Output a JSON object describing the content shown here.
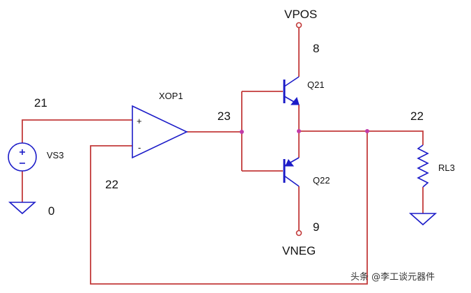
{
  "nodes": {
    "vpos": "VPOS",
    "vneg": "VNEG",
    "n8": "8",
    "n9": "9",
    "n21": "21",
    "n22_left": "22",
    "n22_right": "22",
    "n23": "23",
    "n0": "0"
  },
  "components": {
    "opamp": "XOP1",
    "opamp_plus": "+",
    "opamp_minus": "-",
    "q_top": "Q21",
    "q_bottom": "Q22",
    "source": "VS3",
    "load": "RL3"
  },
  "watermark": "头条 @李工谈元器件",
  "colors": {
    "wire": "#c23a3a",
    "symbol": "#1c1cc8",
    "junction": "#c23aa8"
  }
}
